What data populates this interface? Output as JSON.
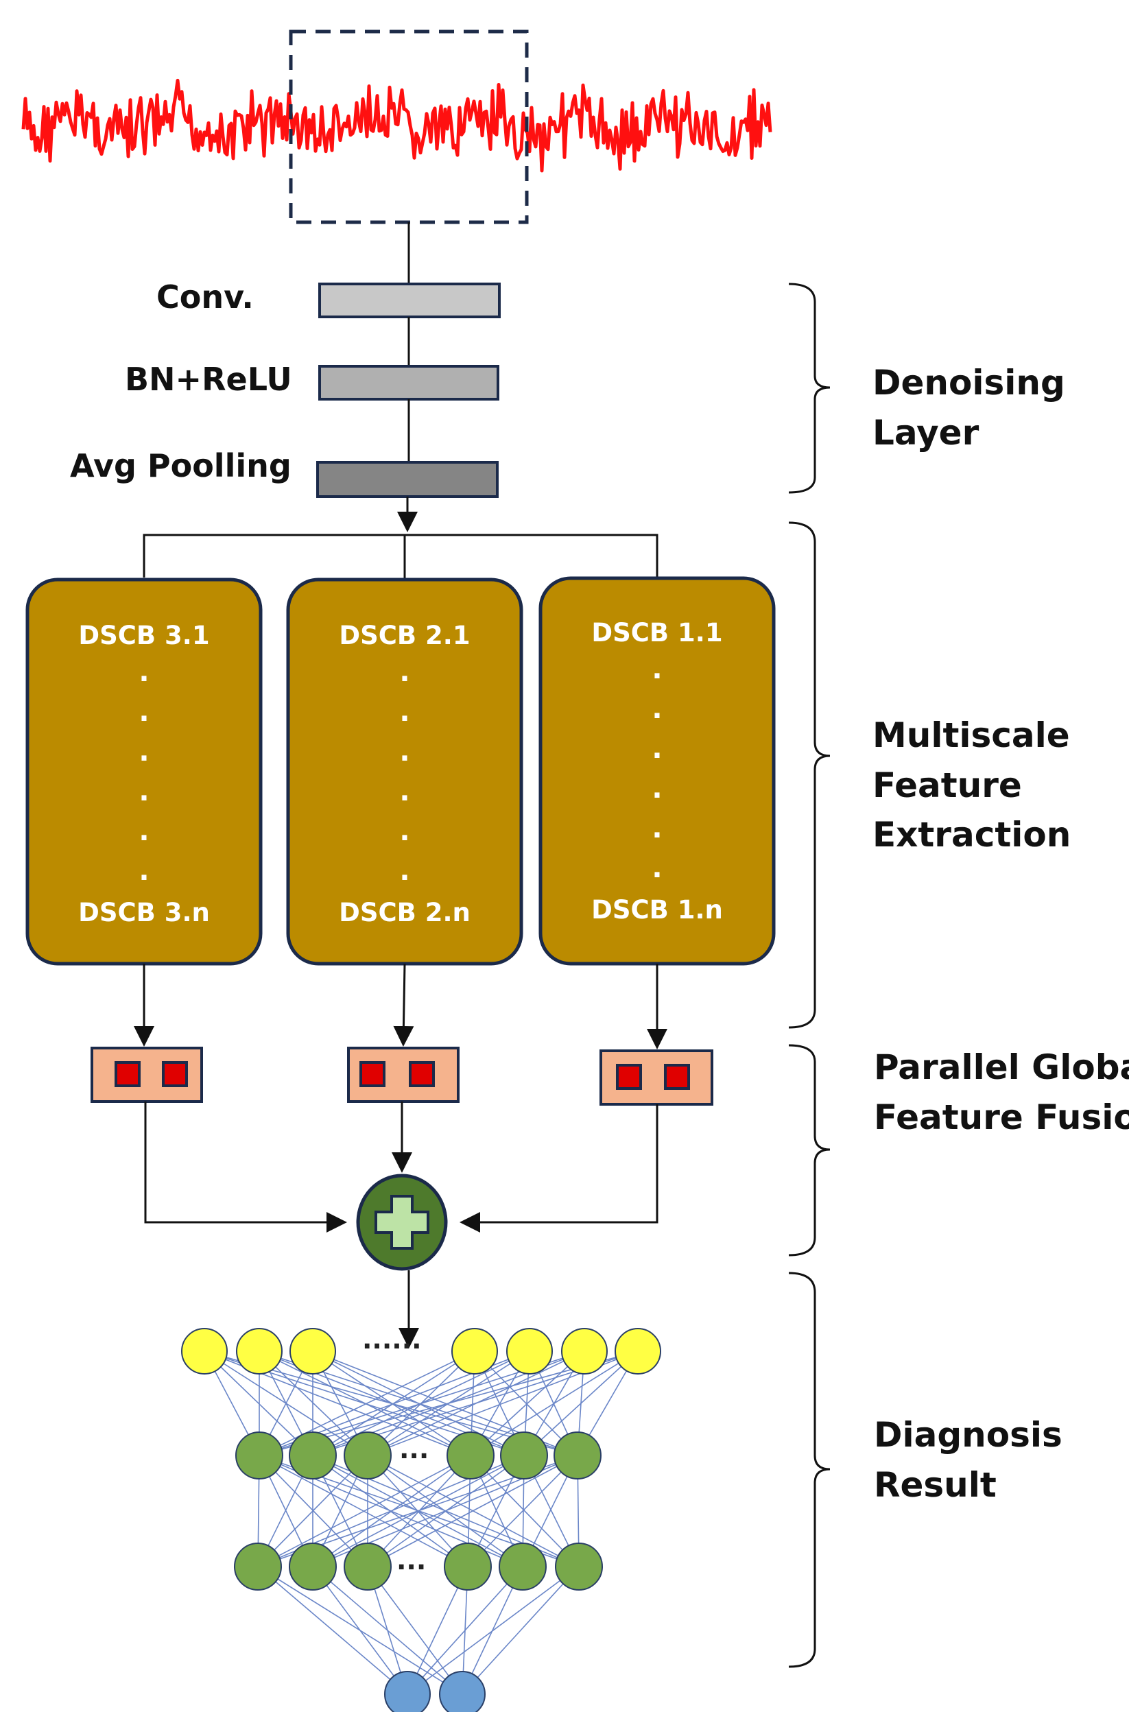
{
  "layers": {
    "conv": "Conv.",
    "bn_relu": "BN+ReLU",
    "avg_pooling": "Avg Poolling"
  },
  "branches": [
    {
      "top": "DSCB 3.1",
      "bottom": "DSCB 3.n"
    },
    {
      "top": "DSCB 2.1",
      "bottom": "DSCB 2.n"
    },
    {
      "top": "DSCB 1.1",
      "bottom": "DSCB 1.n"
    }
  ],
  "branch_dots": ".",
  "sections": {
    "denoising": [
      "Denoising",
      "Layer"
    ],
    "multiscale": [
      "Multiscale",
      "Feature",
      "Extraction"
    ],
    "fusion": [
      "Parallel Global",
      "Feature Fusion"
    ],
    "diagnosis": [
      "Diagnosis",
      "Result"
    ]
  },
  "network": {
    "input_ellipsis": "......",
    "hidden_ellipsis": "..."
  },
  "colors": {
    "signal": "#ff1010",
    "dscb_block": "#bb8b00",
    "fusion_box": "#f5b38d",
    "fusion_square": "#e00000",
    "add_node": "#4e7a2c",
    "input_node": "#ffff44",
    "hidden_node": "#78a84a",
    "output_node": "#6a9ed4",
    "network_line": "#6a86c8"
  }
}
